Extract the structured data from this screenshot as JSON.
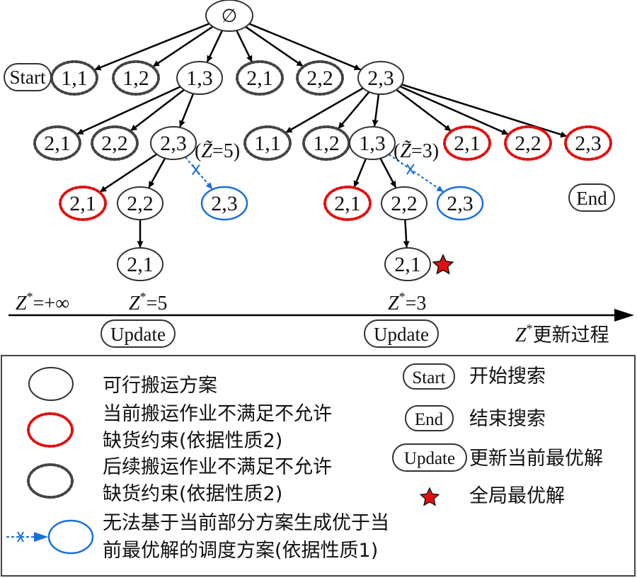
{
  "diagram": {
    "colors": {
      "feasible": "#333333",
      "current_infeasible": "#e01010",
      "subsequent_infeasible": "#444444",
      "pruned": "#1a6fd6",
      "edge": "#000000",
      "star": "#e01010"
    },
    "root": {
      "id": "root",
      "label": "∅"
    },
    "nodes": [
      {
        "id": "a11",
        "label": "1,1",
        "type": "subsequent_infeasible",
        "parent": "root"
      },
      {
        "id": "a12",
        "label": "1,2",
        "type": "subsequent_infeasible",
        "parent": "root"
      },
      {
        "id": "a13",
        "label": "1,3",
        "type": "feasible",
        "parent": "root"
      },
      {
        "id": "a21",
        "label": "2,1",
        "type": "subsequent_infeasible",
        "parent": "root"
      },
      {
        "id": "a22",
        "label": "2,2",
        "type": "subsequent_infeasible",
        "parent": "root"
      },
      {
        "id": "a23",
        "label": "2,3",
        "type": "feasible",
        "parent": "root"
      },
      {
        "id": "b21",
        "label": "2,1",
        "type": "subsequent_infeasible",
        "parent": "a13"
      },
      {
        "id": "b22",
        "label": "2,2",
        "type": "subsequent_infeasible",
        "parent": "a13"
      },
      {
        "id": "b23",
        "label": "2,3",
        "type": "feasible",
        "parent": "a13"
      },
      {
        "id": "b11",
        "label": "1,1",
        "type": "subsequent_infeasible",
        "parent": "a23"
      },
      {
        "id": "b12",
        "label": "1,2",
        "type": "subsequent_infeasible",
        "parent": "a23"
      },
      {
        "id": "b13",
        "label": "1,3",
        "type": "feasible",
        "parent": "a23"
      },
      {
        "id": "c21r",
        "label": "2,1",
        "type": "current_infeasible",
        "parent": "a23"
      },
      {
        "id": "c22r",
        "label": "2,2",
        "type": "current_infeasible",
        "parent": "a23"
      },
      {
        "id": "c23r",
        "label": "2,3",
        "type": "current_infeasible",
        "parent": "a23"
      },
      {
        "id": "d21",
        "label": "2,1",
        "type": "current_infeasible",
        "parent": "b23"
      },
      {
        "id": "d22",
        "label": "2,2",
        "type": "feasible",
        "parent": "b23"
      },
      {
        "id": "d23",
        "label": "2,3",
        "type": "pruned",
        "parent": "b23"
      },
      {
        "id": "e21",
        "label": "2,1",
        "type": "current_infeasible",
        "parent": "b13"
      },
      {
        "id": "e22",
        "label": "2,2",
        "type": "feasible",
        "parent": "b13"
      },
      {
        "id": "e23",
        "label": "2,3",
        "type": "pruned",
        "parent": "b13"
      },
      {
        "id": "f21",
        "label": "2,1",
        "type": "feasible",
        "parent": "d22"
      },
      {
        "id": "g21",
        "label": "2,1",
        "type": "feasible",
        "parent": "e22",
        "global_optimum": true
      }
    ],
    "bound_annotations": [
      {
        "node": "b23",
        "text_prefix": "(",
        "symbol": "Z̃",
        "text_suffix": "=5)"
      },
      {
        "node": "b13",
        "text_prefix": "(",
        "symbol": "Z̃",
        "text_suffix": "=3)"
      }
    ],
    "badges": {
      "start": "Start",
      "end": "End"
    },
    "timeline": {
      "values": [
        {
          "symbol": "Z",
          "sup": "*",
          "value": "=+∞"
        },
        {
          "symbol": "Z",
          "sup": "*",
          "value": "=5"
        },
        {
          "symbol": "Z",
          "sup": "*",
          "value": "=3"
        }
      ],
      "updates": [
        "Update",
        "Update"
      ],
      "axis_label_symbol": "Z",
      "axis_label_sup": "*",
      "axis_label_text": "更新过程"
    }
  },
  "legend": {
    "items": [
      {
        "type": "feasible",
        "lines": [
          "可行搬运方案"
        ]
      },
      {
        "type": "current_infeasible",
        "lines": [
          "当前搬运作业不满足不允许",
          "缺货约束(依据性质2)"
        ]
      },
      {
        "type": "subsequent_infeasible",
        "lines": [
          "后续搬运作业不满足不允许",
          "缺货约束(依据性质2)"
        ]
      },
      {
        "type": "pruned",
        "lines": [
          "无法基于当前部分方案生成优于当",
          "前最优解的调度方案(依据性质1)"
        ]
      }
    ],
    "right_items": [
      {
        "badge": "Start",
        "text": "开始搜索"
      },
      {
        "badge": "End",
        "text": "结束搜索"
      },
      {
        "badge": "Update",
        "text": "更新当前最优解"
      },
      {
        "badge": "star",
        "text": "全局最优解"
      }
    ]
  }
}
